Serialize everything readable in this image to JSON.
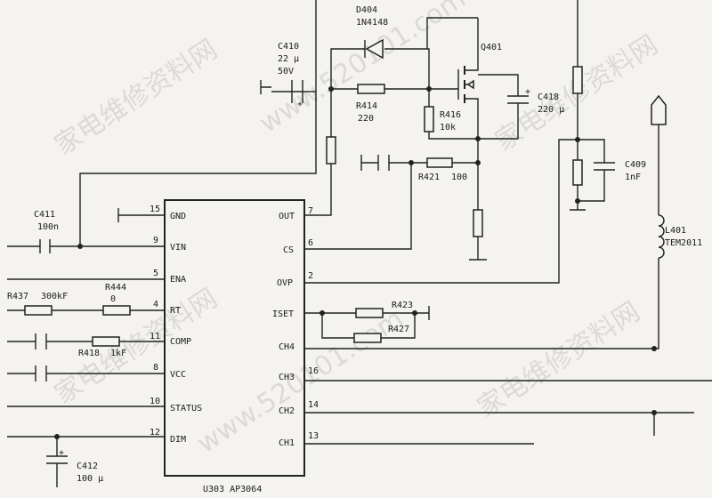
{
  "chip": {
    "name": "U303 AP3064",
    "left_pins": [
      {
        "name": "GND",
        "num": "15"
      },
      {
        "name": "VIN",
        "num": "9"
      },
      {
        "name": "ENA",
        "num": "5"
      },
      {
        "name": "RT",
        "num": "4"
      },
      {
        "name": "COMP",
        "num": "11"
      },
      {
        "name": "VCC",
        "num": "8"
      },
      {
        "name": "STATUS",
        "num": "10"
      },
      {
        "name": "DIM",
        "num": "12"
      }
    ],
    "right_pins": [
      {
        "name": "OUT",
        "num": "7"
      },
      {
        "name": "CS",
        "num": "6"
      },
      {
        "name": "OVP",
        "num": "2"
      },
      {
        "name": "ISET",
        "num": ""
      },
      {
        "name": "CH4",
        "num": ""
      },
      {
        "name": "CH3",
        "num": "16"
      },
      {
        "name": "CH2",
        "num": "14"
      },
      {
        "name": "CH1",
        "num": "13"
      }
    ]
  },
  "components": {
    "c410": {
      "ref": "C410",
      "value": "22 μ",
      "voltage": "50V"
    },
    "d404": {
      "ref": "D404",
      "value": "1N4148"
    },
    "q401": {
      "ref": "Q401"
    },
    "r414": {
      "ref": "R414",
      "value": "220"
    },
    "r416": {
      "ref": "R416",
      "value": "10k"
    },
    "c418": {
      "ref": "C418",
      "value": "220 μ"
    },
    "r421": {
      "ref": "R421",
      "value": "100"
    },
    "c409": {
      "ref": "C409",
      "value": "1nF"
    },
    "l401": {
      "ref": "L401",
      "value": "TEM2011"
    },
    "c411": {
      "ref": "C411",
      "value": "100n"
    },
    "r437": {
      "ref": "R437",
      "value": "300kF"
    },
    "r444": {
      "ref": "R444",
      "value": "0"
    },
    "r418": {
      "ref": "R418",
      "value": "1kF"
    },
    "r423": {
      "ref": "R423"
    },
    "r427": {
      "ref": "R427"
    },
    "c412": {
      "ref": "C412",
      "value": "100 μ"
    }
  },
  "watermarks": [
    "家电维修资料网",
    "www.520101.com",
    "家电维修资料网",
    "www.520101.com",
    "家电维修资料网",
    "家电维修资料网"
  ]
}
